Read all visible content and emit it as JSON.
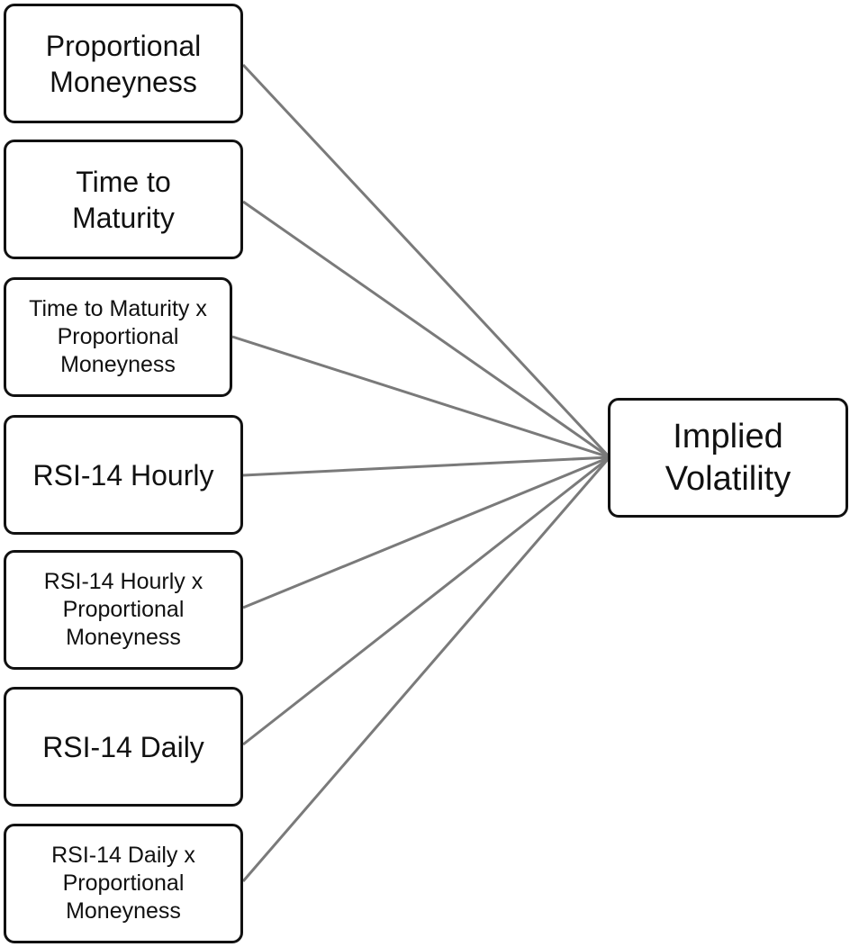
{
  "inputs": [
    {
      "label": "Proportional\nMoneyness"
    },
    {
      "label": "Time to\nMaturity"
    },
    {
      "label": "Time to Maturity x\nProportional\nMoneyness"
    },
    {
      "label": "RSI-14 Hourly"
    },
    {
      "label": "RSI-14 Hourly x\nProportional\nMoneyness"
    },
    {
      "label": "RSI-14 Daily"
    },
    {
      "label": "RSI-14 Daily x\nProportional\nMoneyness"
    }
  ],
  "target": {
    "label": "Implied\nVolatility"
  },
  "colors": {
    "edge": "#7a7a7a",
    "border": "#111111",
    "text": "#111111"
  }
}
